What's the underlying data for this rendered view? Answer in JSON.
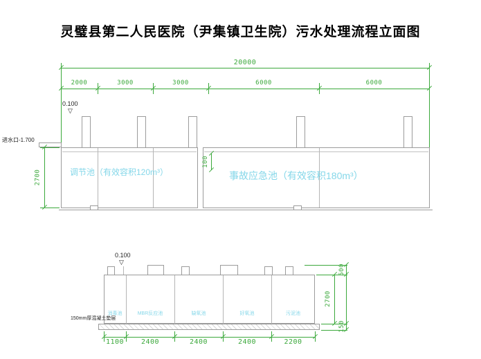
{
  "title": "灵璧县第二人民医院（尹集镇卫生院）污水处理流程立面图",
  "colors": {
    "dimension": "#3aa83a",
    "label": "#85d7e9",
    "line": "#9b9b9b"
  },
  "icons": {
    "level": "▽"
  },
  "upper": {
    "total_dim": "20000",
    "segments": [
      "2000",
      "3000",
      "3000",
      "6000",
      "6000"
    ],
    "level": "0.100",
    "inlet": "进水口-1.700",
    "height_dim": "2700",
    "slab_dim": "100",
    "tank_left_label": "调节池（有效容积120m³）",
    "tank_right_label": "事故应急池（有效容积180m³）"
  },
  "lower": {
    "level": "0.100",
    "compartments": [
      "消毒池",
      "MBR反应池",
      "缺氧池",
      "好氧池",
      "污泥池"
    ],
    "base_note": "150mm厚混凝土垫层",
    "bottom_dims": [
      "1100",
      "2400",
      "2400",
      "2400",
      "2200"
    ],
    "right_dims": [
      "500",
      "2700",
      "150"
    ]
  }
}
